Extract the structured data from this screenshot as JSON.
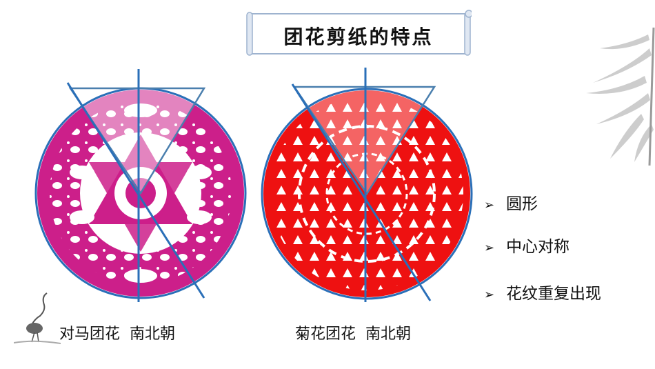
{
  "title": "团花剪纸的特点",
  "examples": [
    {
      "caption": "对马团花  南北朝",
      "fill_color": "#cc1f8a"
    },
    {
      "caption": "菊花团花  南北朝",
      "fill_color": "#ee1111"
    }
  ],
  "features": [
    "圆形",
    "中心对称",
    "花纹重复出现"
  ],
  "colors": {
    "outline_blue": "#2a6fb8",
    "triangle_blue": "#4a7fae",
    "text": "#111111"
  },
  "icons": [
    "arrow-bullet-icon",
    "bamboo-decoration",
    "crane-ink-icon"
  ]
}
